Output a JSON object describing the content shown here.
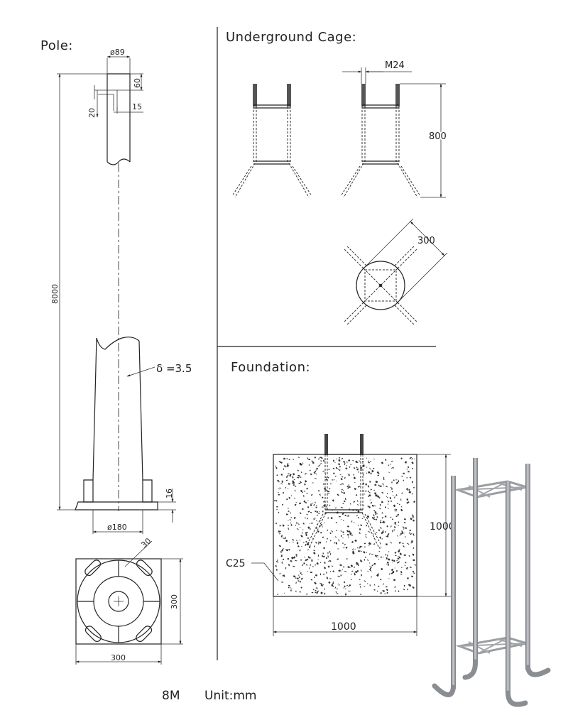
{
  "sections": {
    "pole": "Pole:",
    "cage": "Underground  Cage:",
    "foundation": "Foundation:"
  },
  "pole": {
    "top_diameter": "ø89",
    "dim_60": "60",
    "dim_15": "15",
    "dim_20": "20",
    "height": "8000",
    "thickness": "δ =3.5",
    "base_plate_thickness": "16",
    "bottom_diameter": "ø180",
    "plate_bolt_dim": "30",
    "plate_width": "300",
    "plate_height": "300"
  },
  "cage": {
    "bolt": "M24",
    "height": "800",
    "diameter": "300"
  },
  "foundation": {
    "depth": "1000",
    "width": "1000",
    "concrete_grade": "C25"
  },
  "footer": {
    "height_label": "8M",
    "unit": "Unit:mm"
  },
  "colors": {
    "line": "#222222",
    "steel": "#8a8d92",
    "concrete_speckle": "#333333"
  }
}
